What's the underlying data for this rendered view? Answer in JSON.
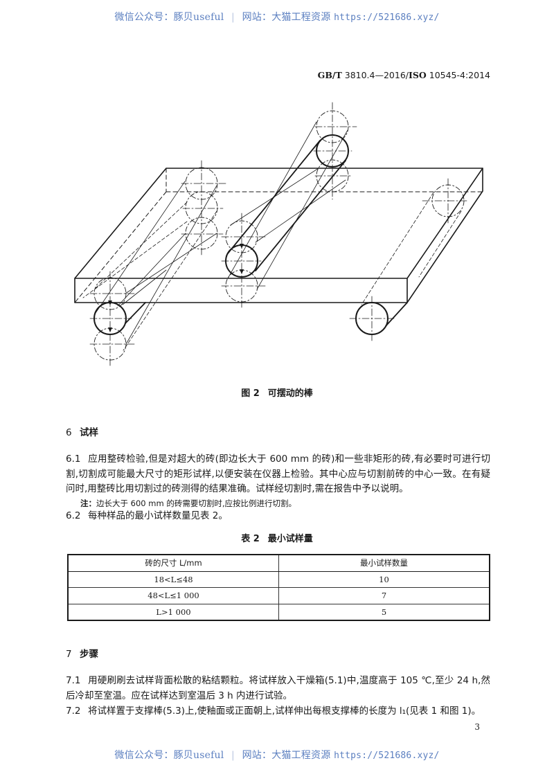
{
  "watermark_top": {
    "wechat": "微信公众号：豚贝useful",
    "separator": "|",
    "site": "网站：大猫工程资源",
    "url": "https://521686.xyz/"
  },
  "watermark_bottom": {
    "wechat": "微信公众号：豚贝useful",
    "separator": "|",
    "site": "网站：大猫工程资源",
    "url": "https://521686.xyz/"
  },
  "header": {
    "std_prefix": "GB/T",
    "std_number": " 3810.4—2016/",
    "iso_prefix": "ISO",
    "iso_number": " 10545-4:2014"
  },
  "figure": {
    "label": "图 2",
    "title": "可摆动的棒",
    "icon": "swinging-rods-diagram"
  },
  "section6": {
    "number": "6",
    "title": "试样",
    "clause_6_1": {
      "number": "6.1",
      "text": "应用整砖检验,但是对超大的砖(即边长大于 600 mm 的砖)和一些非矩形的砖,有必要时可进行切割,切割成可能最大尺寸的矩形试样,以便安装在仪器上检验。其中心应与切割前砖的中心一致。在有疑问时,用整砖比用切割过的砖测得的结果准确。试样经切割时,需在报告中予以说明。"
    },
    "note": {
      "label": "注：",
      "text": "边长大于 600 mm 的砖需要切割时,应按比例进行切割。"
    },
    "clause_6_2": {
      "number": "6.2",
      "text": "每种样品的最小试样数量见表 2。"
    }
  },
  "table2": {
    "label": "表 2",
    "title": "最小试样量",
    "headers": [
      "砖的尺寸 L/mm",
      "最小试样数量"
    ],
    "rows": [
      [
        "18<L≤48",
        "10"
      ],
      [
        "48<L≤1 000",
        "7"
      ],
      [
        "L>1 000",
        "5"
      ]
    ]
  },
  "section7": {
    "number": "7",
    "title": "步骤",
    "clause_7_1": {
      "number": "7.1",
      "text": "用硬刷刷去试样背面松散的粘结颗粒。将试样放入干燥箱(5.1)中,温度高于 105 ℃,至少 24 h,然后冷却至室温。应在试样达到室温后 3 h 内进行试验。"
    },
    "clause_7_2": {
      "number": "7.2",
      "text": "将试样置于支撑棒(5.3)上,使釉面或正面朝上,试样伸出每根支撑棒的长度为 l₁(见表 1 和图 1)。"
    }
  },
  "page_number": "3"
}
